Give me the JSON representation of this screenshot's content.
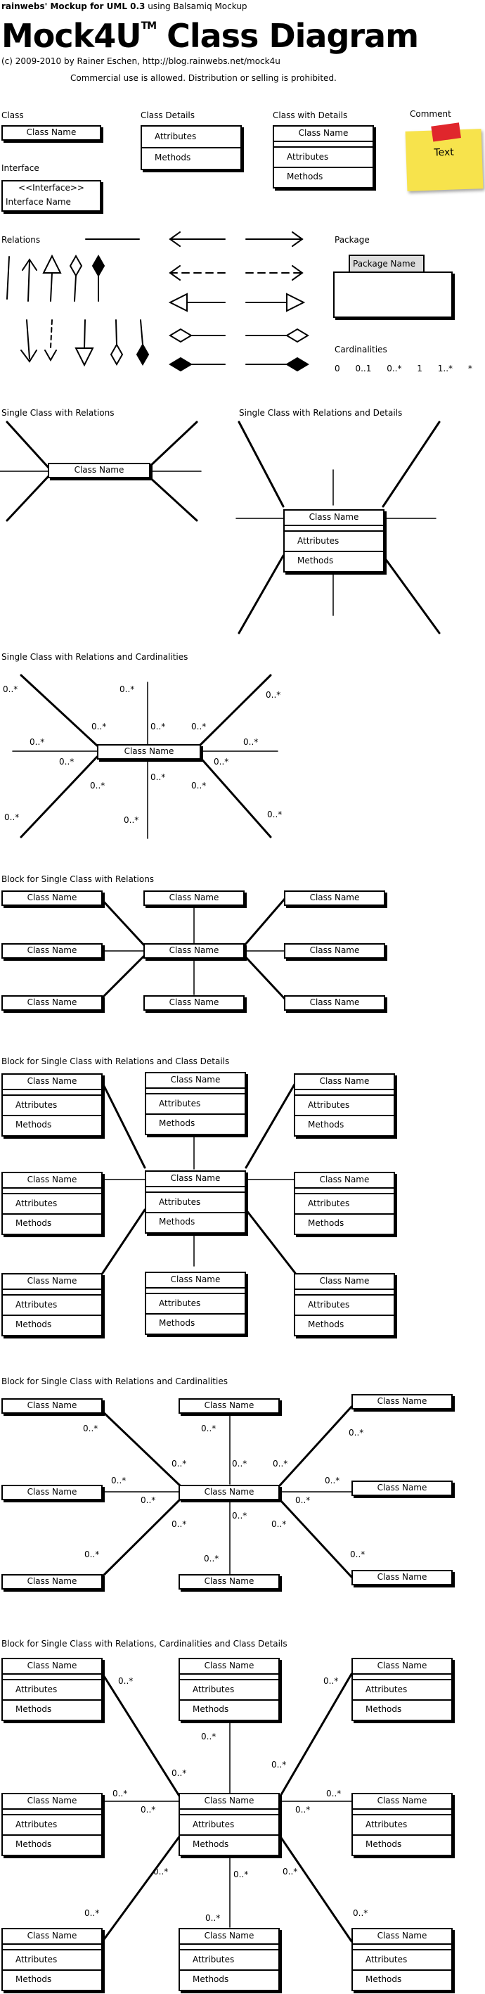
{
  "header": {
    "top_bold": "rainwebs' Mockup for UML 0.3",
    "top_note": "using Balsamiq Mockup",
    "title": "Mock4U",
    "title_tm": "TM",
    "title_rest": "Class Diagram",
    "copyright": "(c) 2009-2010 by Rainer Eschen, http://blog.rainwebs.net/mock4u",
    "license": "Commercial use is allowed. Distribution or selling is prohibited."
  },
  "legend": {
    "class_label": "Class",
    "class_details_label": "Class Details",
    "class_with_details_label": "Class with Details",
    "comment_label": "Comment",
    "interface_label": "Interface",
    "relations_label": "Relations",
    "package_label": "Package",
    "cardinalities_label": "Cardinalities",
    "class_name": "Class Name",
    "attributes": "Attributes",
    "methods": "Methods",
    "interface_stereotype": "<<Interface>>",
    "interface_name": "Interface Name",
    "comment_text": "Text",
    "package_name": "Package Name",
    "cardinalities": [
      "0",
      "0..1",
      "0..*",
      "1",
      "1..*",
      "*"
    ]
  },
  "sections": {
    "single_relations": "Single Class with Relations",
    "single_relations_details": "Single Class with Relations and Details",
    "single_relations_cardinalities": "Single Class with Relations and Cardinalities",
    "block_relations": "Block for Single Class with Relations",
    "block_relations_details": "Block for Single Class with Relations and Class Details",
    "block_relations_cardinalities": "Block for Single Class with Relations and Cardinalities",
    "block_full": "Block for Single Class with Relations, Cardinalities and Class Details"
  },
  "card_label": "0..*",
  "colors": {
    "comment_fill": "#f7e34c",
    "comment_tape": "#e0262c",
    "stroke": "#000000"
  }
}
